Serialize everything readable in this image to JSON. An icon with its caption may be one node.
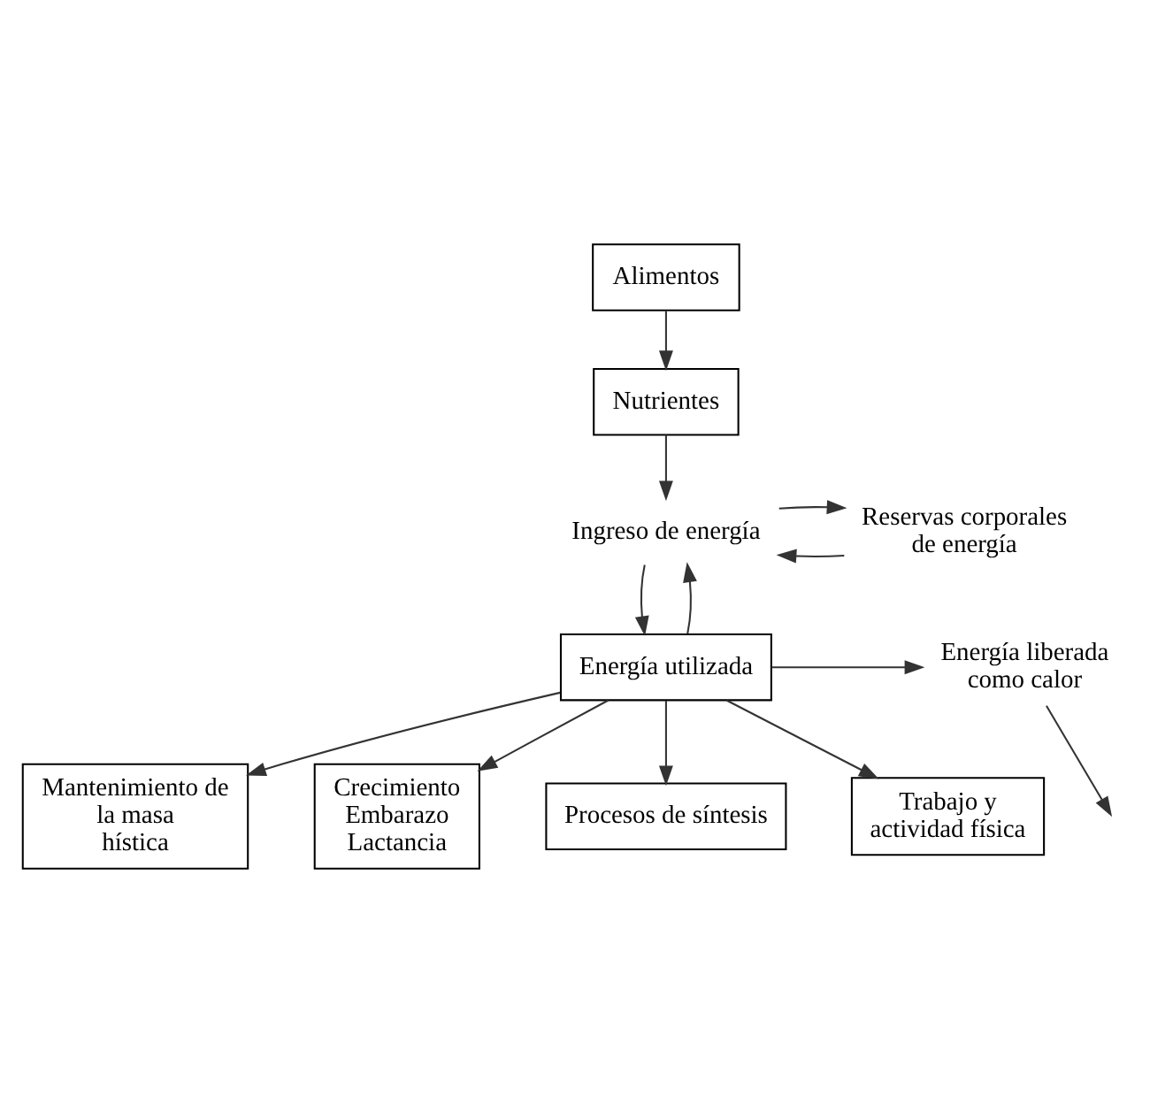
{
  "diagram": {
    "nodes": [
      {
        "text": [
          "Alimentos"
        ]
      },
      {
        "text": [
          "Nutrientes"
        ]
      },
      {
        "text": [
          "Ingreso de energía"
        ]
      },
      {
        "text": [
          "Reservas corporales de energía"
        ]
      },
      {
        "text": [
          "Energía liberada como calor"
        ]
      },
      {
        "text": [
          "Energía utilizada"
        ]
      },
      {
        "text": [
          "Mantenimiento de la masa hística"
        ]
      },
      {
        "text": [
          "Crecimiento Embarazo Lactancia"
        ]
      },
      {
        "text": [
          "Procesos de síntesis"
        ]
      },
      {
        "text": [
          "Trabajo y actividad física"
        ]
      }
    ],
    "edges": [
      {
        "from": 0,
        "to": 1,
        "arrow": "to"
      },
      {
        "from": 1,
        "to": 2,
        "arrow": "to"
      },
      {
        "from": 3,
        "to": 2,
        "arrow": "to"
      },
      {
        "from": 2,
        "to": 3,
        "arrow": "to"
      },
      {
        "from": 2,
        "to": 5,
        "arrow": "to"
      },
      {
        "from": 5,
        "to": 2,
        "arrow": "to"
      },
      {
        "from": 5,
        "to": 4,
        "arrow": "to"
      },
      {
        "from": 4,
        "to": null,
        "arrow": "to"
      },
      {
        "from": 5,
        "to": 6,
        "arrow": "to"
      },
      {
        "from": 5,
        "to": 7,
        "arrow": "to"
      },
      {
        "from": 5,
        "to": 8,
        "arrow": "to"
      },
      {
        "from": 5,
        "to": 9,
        "arrow": "to"
      }
    ]
  }
}
